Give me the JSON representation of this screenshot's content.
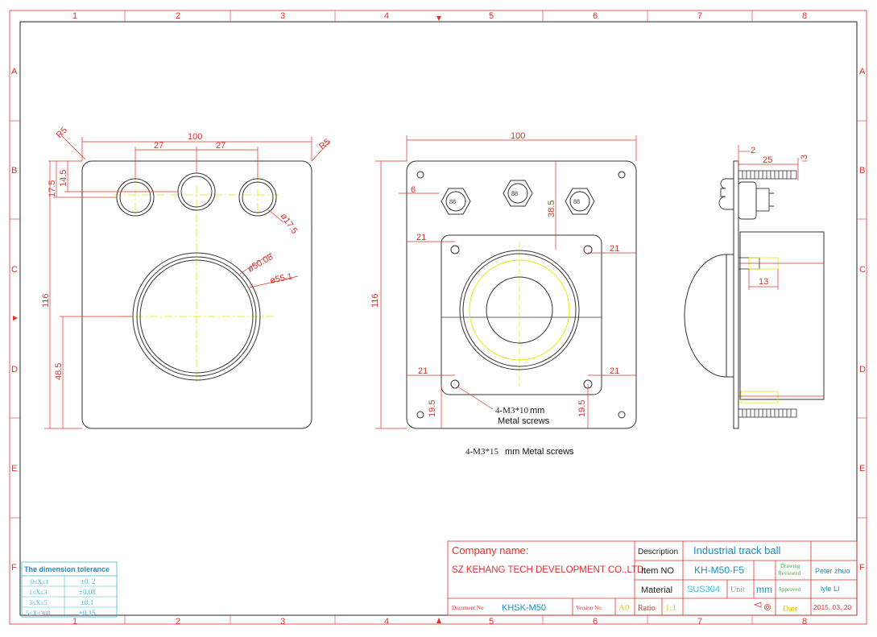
{
  "frame": {
    "columns": [
      "1",
      "2",
      "3",
      "4",
      "5",
      "6",
      "7",
      "8"
    ],
    "rows": [
      "A",
      "B",
      "C",
      "D",
      "E",
      "F"
    ]
  },
  "front_view": {
    "width": "100",
    "pitch_left": "27",
    "pitch_right": "27",
    "corner_left": "R5",
    "corner_right": "R5",
    "edge_top": "17.5",
    "edge_hole": "14.5",
    "hole_dia": "ø17.5",
    "ring_inner": "ø50.08",
    "ring_outer": "ø55.1",
    "height": "116",
    "center_h": "48.5"
  },
  "back_view": {
    "width": "100",
    "height": "116",
    "hole_off": "6",
    "drop": "38.5",
    "inner_tl": "21",
    "inner_tr": "21",
    "inner_bl": "21",
    "inner_br": "21",
    "bot_l": "19.5",
    "bot_r": "19.5",
    "connector_label": "88"
  },
  "side_view": {
    "d2": "2",
    "d25": "25",
    "d3": "3",
    "d13": "13"
  },
  "notes": {
    "screw_inner_a": "4-M3*10",
    "screw_inner_b": "mm",
    "screw_inner_c": "Metal screws",
    "screw_outer_a": "4-M3*15",
    "screw_outer_b": " mm Metal screws"
  },
  "tolerance": {
    "title": "The dimension tolerance",
    "rows": [
      {
        "range": "0≤X≤1",
        "tol": "±0. 2"
      },
      {
        "range": "1≤X≤3",
        "tol": "±0.08"
      },
      {
        "range": "3≤X≤5",
        "tol": "±0.1"
      },
      {
        "range": "5≤X≤300",
        "tol": "±0.15"
      }
    ]
  },
  "title_block": {
    "company_label": "Company name:",
    "company_name": "SZ KEHANG TECH DEVELOPMENT CO.,LTD.",
    "desc_label": "Description",
    "desc_value": "Industrial track ball",
    "item_label": "Item NO",
    "item_value": "KH-M50-F5",
    "material_label": "Material",
    "material_value": "SUS304",
    "unit_label": "Unit",
    "unit_value": "mm",
    "drawing_reviewed_1": "Drawing",
    "drawing_reviewed_2": "Reviewed",
    "drawer": "Peter zhuo",
    "approved_label": "Approved",
    "approver": "lyle LI",
    "doc_label": "Document No",
    "doc_value": "KHSK-M50",
    "version_label": "Version No",
    "version_value": "A0",
    "ratio_label": "Ratio",
    "ratio_value": "1:1",
    "date_label": "Date",
    "date_value": "2015. 03. 20"
  },
  "colors": {
    "frame": "#e0302a",
    "line": "#333333",
    "center": "#e6e600",
    "label": "#1a8fc9",
    "green": "#35b035"
  }
}
